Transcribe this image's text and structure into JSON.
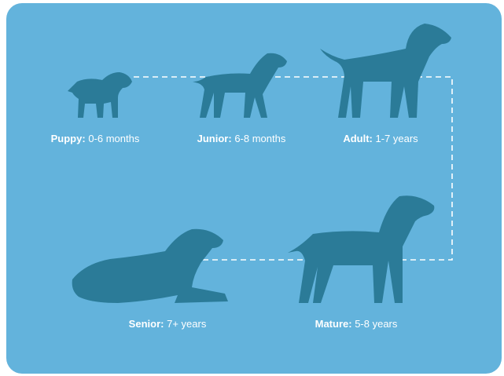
{
  "stages": [
    {
      "name": "Puppy:",
      "range": "0-6 months"
    },
    {
      "name": "Junior:",
      "range": "6-8 months"
    },
    {
      "name": "Adult:",
      "range": "1-7 years"
    },
    {
      "name": "Mature:",
      "range": "5-8 years"
    },
    {
      "name": "Senior:",
      "range": "7+ years"
    }
  ],
  "colors": {
    "background": "#63b3dc",
    "silhouette": "#2b7b98",
    "connector": "#ffffff"
  }
}
